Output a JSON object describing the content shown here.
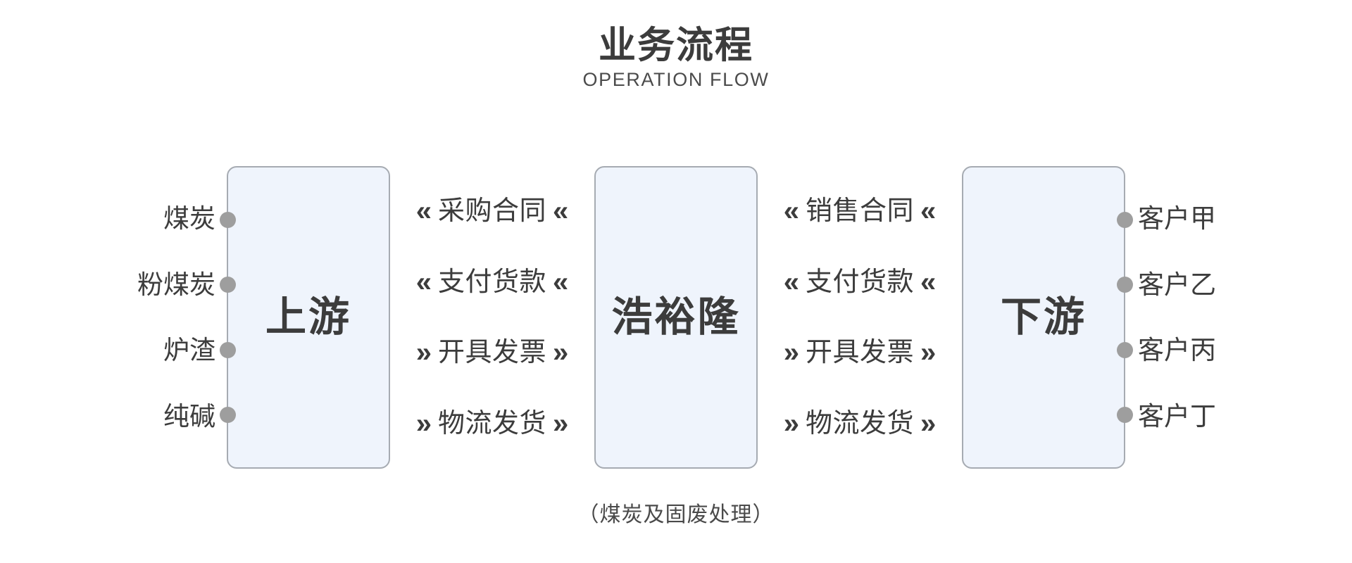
{
  "header": {
    "title_cn": "业务流程",
    "title_en": "OPERATION FLOW"
  },
  "diagram": {
    "upstream_sources": [
      {
        "label": "煤炭"
      },
      {
        "label": "粉煤炭"
      },
      {
        "label": "炉渣"
      },
      {
        "label": "纯碱"
      }
    ],
    "stages": [
      {
        "label": "上游"
      },
      {
        "label": "浩裕隆"
      },
      {
        "label": "下游"
      }
    ],
    "flows_left": [
      {
        "label": "采购合同",
        "left_chevron": "«",
        "right_chevron": "«",
        "direction": "left"
      },
      {
        "label": "支付货款",
        "left_chevron": "«",
        "right_chevron": "«",
        "direction": "left"
      },
      {
        "label": "开具发票",
        "left_chevron": "»",
        "right_chevron": "»",
        "direction": "right"
      },
      {
        "label": "物流发货",
        "left_chevron": "»",
        "right_chevron": "»",
        "direction": "right"
      }
    ],
    "flows_right": [
      {
        "label": "销售合同",
        "left_chevron": "«",
        "right_chevron": "«",
        "direction": "left"
      },
      {
        "label": "支付货款",
        "left_chevron": "«",
        "right_chevron": "«",
        "direction": "left"
      },
      {
        "label": "开具发票",
        "left_chevron": "»",
        "right_chevron": "»",
        "direction": "right"
      },
      {
        "label": "物流发货",
        "left_chevron": "»",
        "right_chevron": "»",
        "direction": "right"
      }
    ],
    "downstream_customers": [
      {
        "label": "客户甲"
      },
      {
        "label": "客户乙"
      },
      {
        "label": "客户丙"
      },
      {
        "label": "客户丁"
      }
    ]
  },
  "caption": "（煤炭及固废处理）",
  "colors": {
    "box_fill": "#eff4fc",
    "box_border": "#a6abb2",
    "dot": "#9e9e9e",
    "text": "#3c3c3c",
    "background": "#ffffff"
  }
}
